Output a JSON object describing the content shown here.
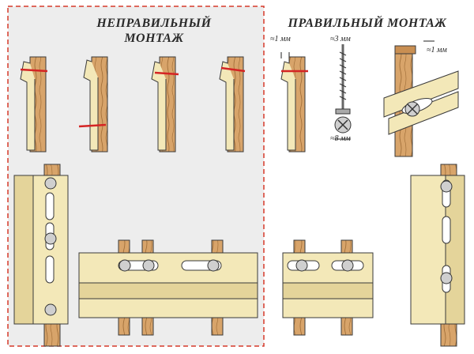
{
  "incorrect": {
    "title_line1": "НЕПРАВИЛЬНЫЙ",
    "title_line2": "МОНТАЖ"
  },
  "correct": {
    "title": "ПРАВИЛЬНЫЙ МОНТАЖ",
    "gap_label": "≈1 мм",
    "screw_shank_label": "≈3 мм",
    "screw_head_label": "≈8 мм",
    "bracket_gap_label": "≈1 мм"
  },
  "colors": {
    "wood": "#d8a46a",
    "wood_grain": "#9c6a34",
    "siding": "#f3e8b8",
    "siding_shade": "#e4d49a",
    "outline": "#3a3a3a",
    "nail_red": "#d42424",
    "panel_bg": "#ededed",
    "dash_red": "#d63a2a"
  }
}
